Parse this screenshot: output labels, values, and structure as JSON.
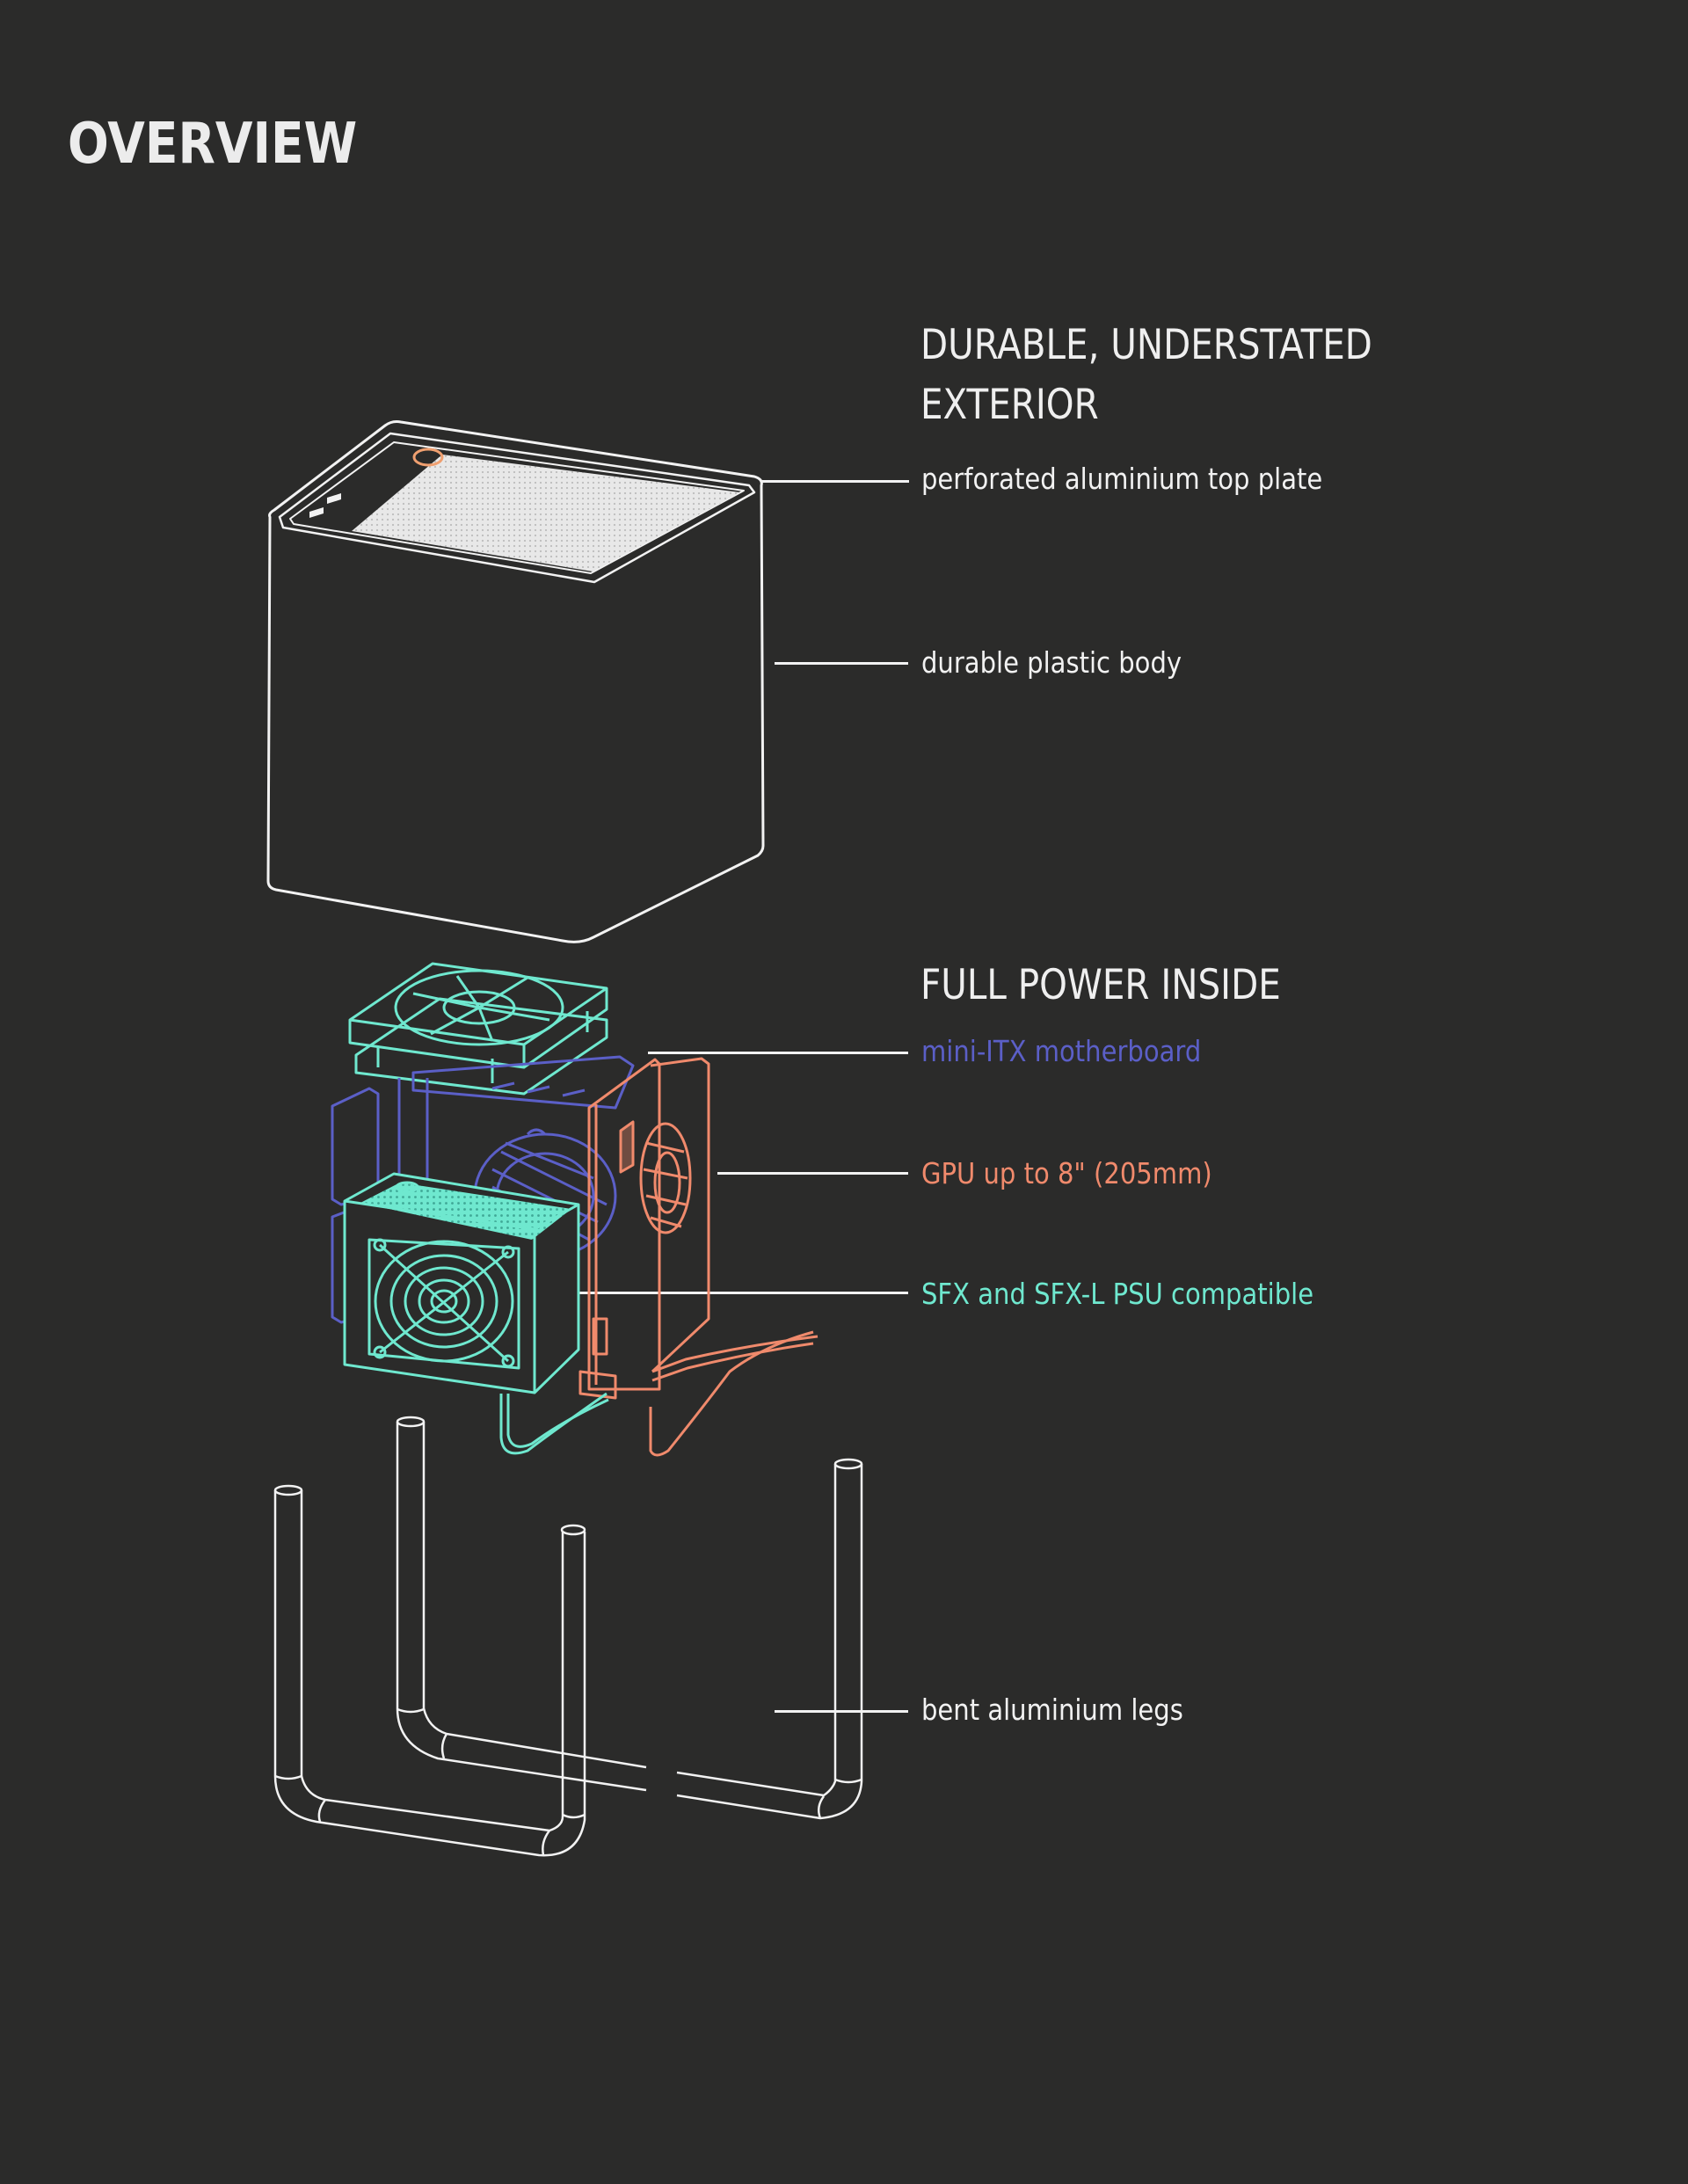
{
  "page": {
    "title": "OVERVIEW",
    "background_color": "#2b2b2a"
  },
  "sections": [
    {
      "title_lines": [
        "DURABLE, UNDERSTATED",
        "EXTERIOR"
      ],
      "callouts": [
        {
          "label": "perforated aluminium top plate",
          "color": "#f2f2f2",
          "part": "top-plate"
        },
        {
          "label": "durable plastic body",
          "color": "#f2f2f2",
          "part": "case-body"
        }
      ]
    },
    {
      "title_lines": [
        "FULL POWER INSIDE"
      ],
      "callouts": [
        {
          "label": "mini-ITX motherboard",
          "color": "#5b5fc7",
          "part": "motherboard"
        },
        {
          "label": "GPU up to 8\" (205mm)",
          "color": "#f08a6c",
          "part": "gpu"
        },
        {
          "label": "SFX and SFX-L PSU compatible",
          "color": "#6fe8cf",
          "part": "psu"
        }
      ]
    },
    {
      "title_lines": [],
      "callouts": [
        {
          "label": "bent aluminium legs",
          "color": "#f2f2f2",
          "part": "legs"
        }
      ]
    }
  ],
  "colors": {
    "outline": "#f2f2f2",
    "motherboard": "#5b5fc7",
    "gpu": "#f08a6c",
    "psu_and_fan": "#6fe8cf",
    "power_button": "#f0a070"
  },
  "icons": {
    "case": "case-outline-icon",
    "fan": "fan-icon",
    "psu": "psu-icon",
    "gpu": "gpu-icon",
    "motherboard": "motherboard-icon",
    "legs": "legs-icon"
  }
}
